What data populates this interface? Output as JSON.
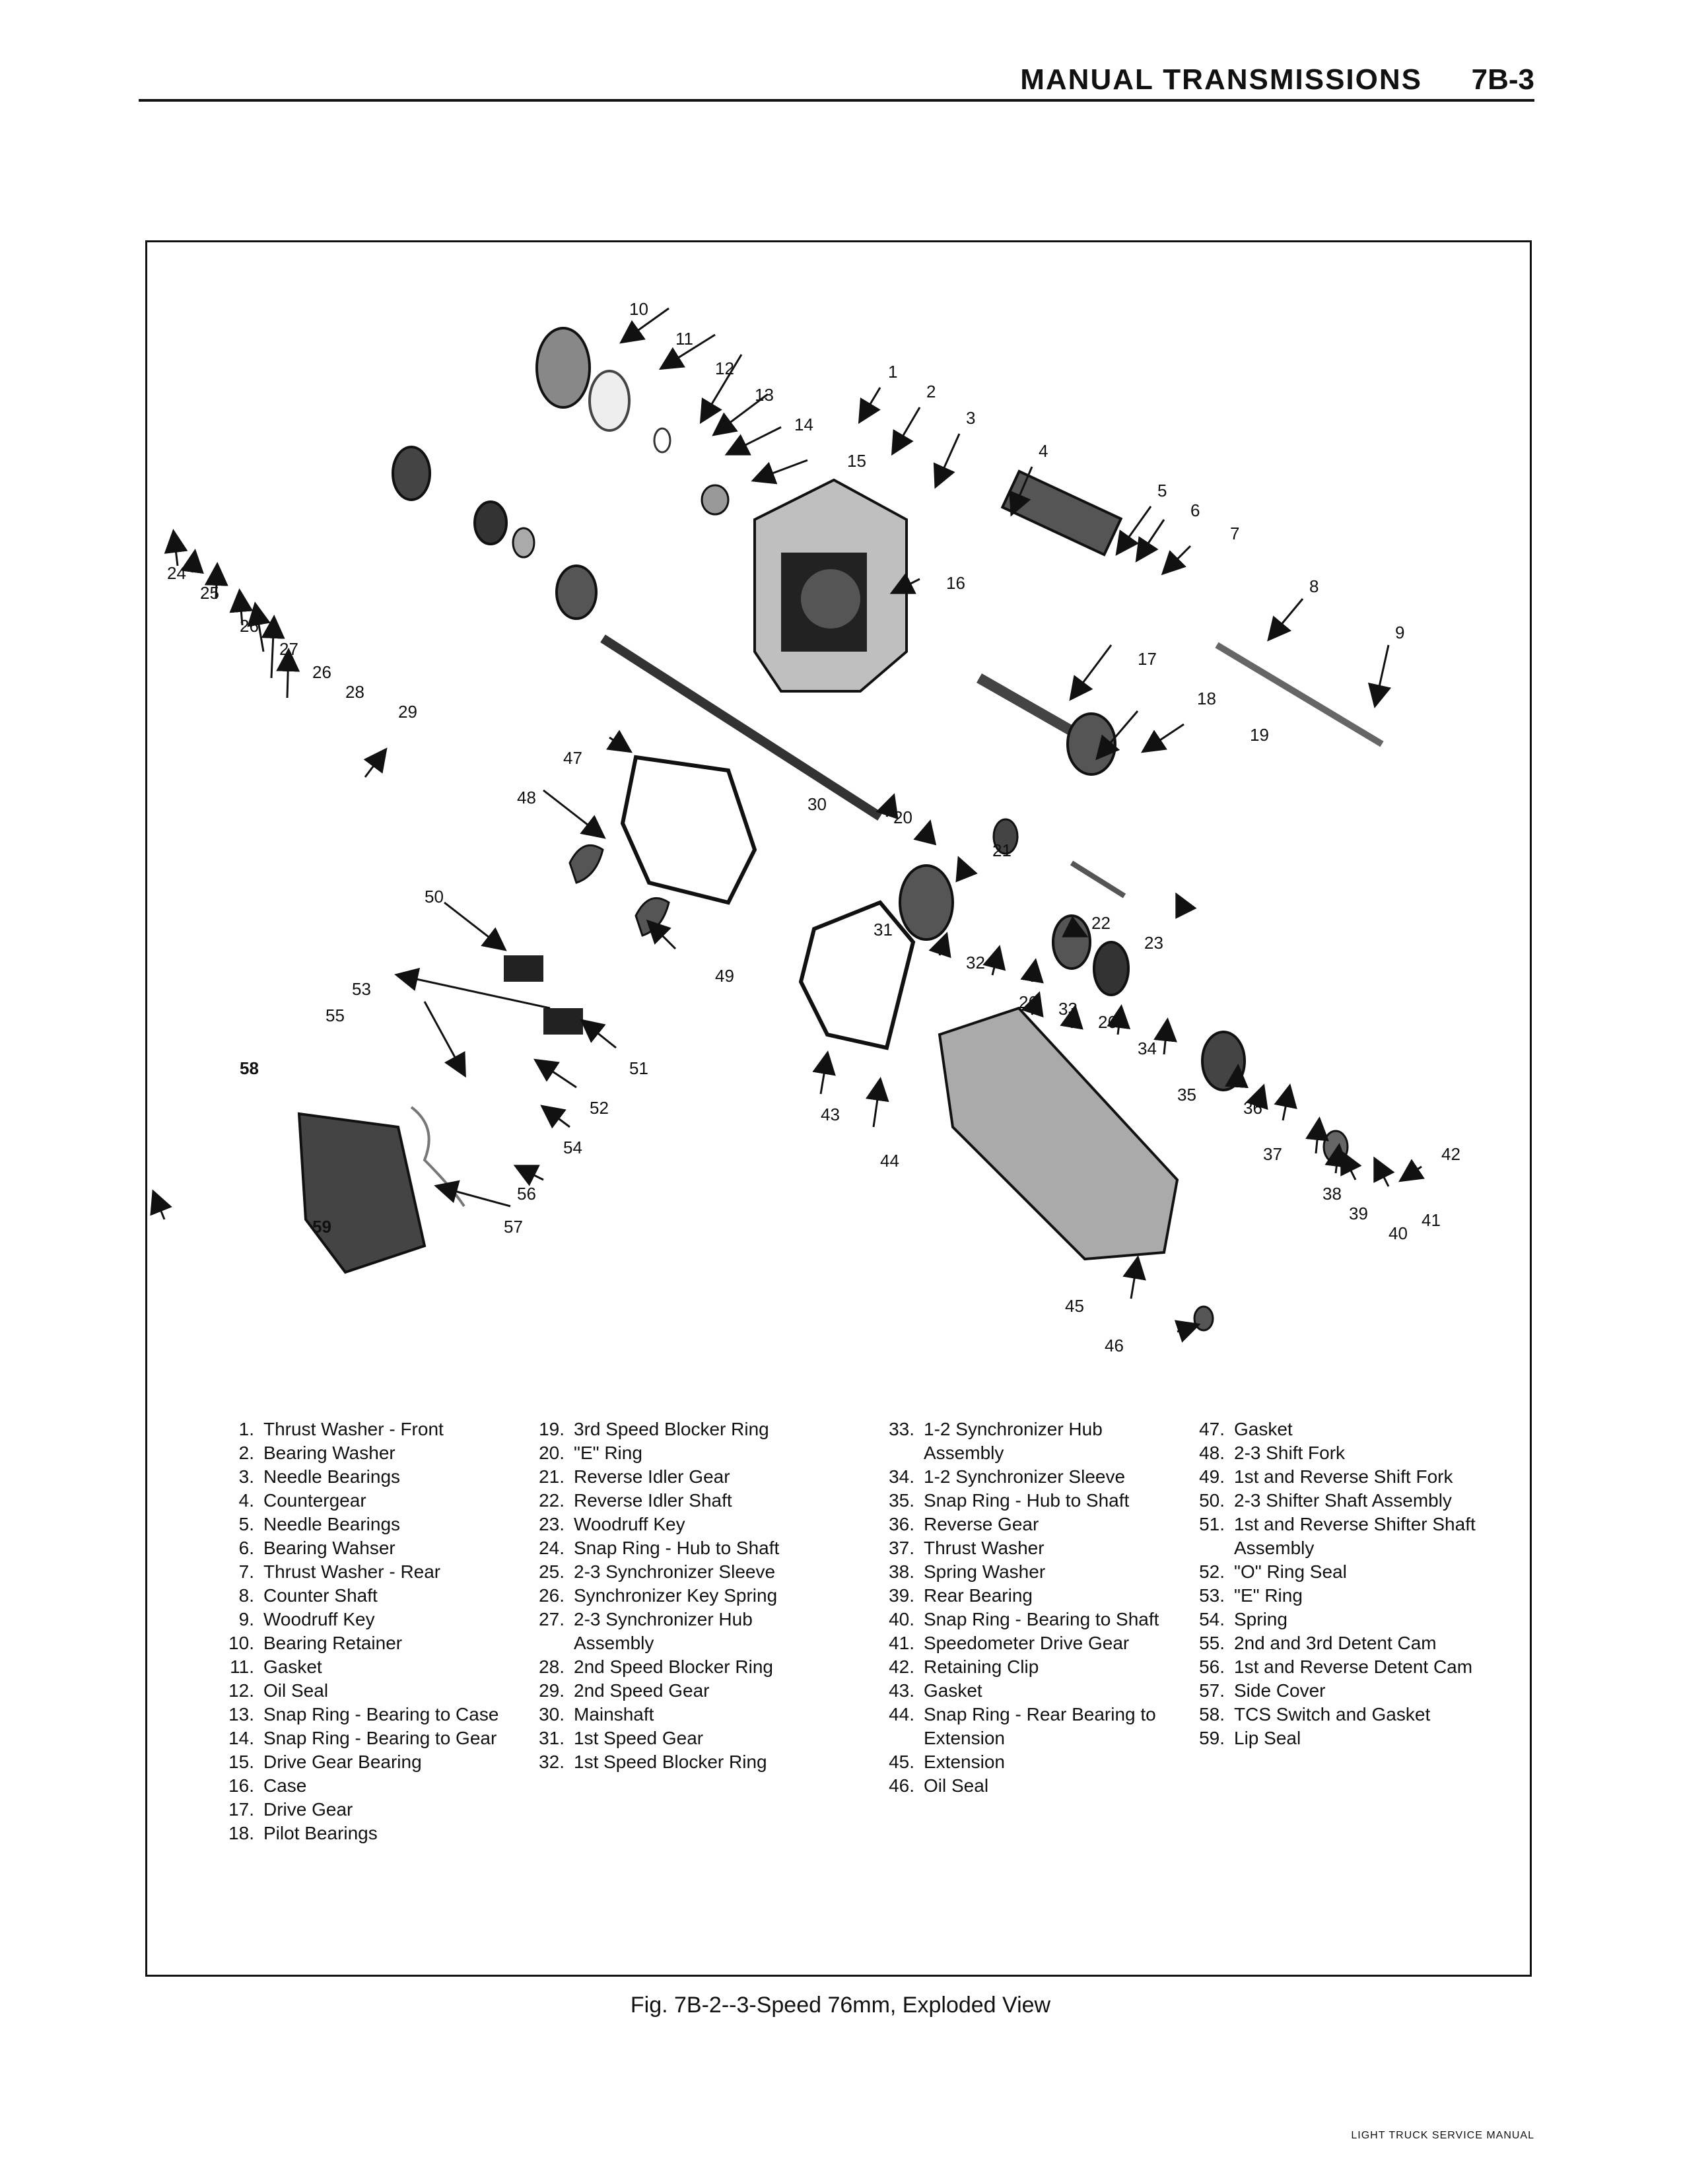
{
  "header": {
    "title": "MANUAL TRANSMISSIONS",
    "page": "7B-3"
  },
  "figure": {
    "callouts": [
      "1",
      "2",
      "3",
      "4",
      "5",
      "6",
      "7",
      "8",
      "9",
      "10",
      "11",
      "12",
      "13",
      "14",
      "15",
      "16",
      "17",
      "18",
      "19",
      "20",
      "21",
      "22",
      "23",
      "24",
      "25",
      "26",
      "27",
      "28",
      "29",
      "30",
      "31",
      "32",
      "33",
      "34",
      "35",
      "36",
      "37",
      "38",
      "39",
      "40",
      "41",
      "42",
      "43",
      "44",
      "45",
      "46",
      "47",
      "48",
      "49",
      "50",
      "51",
      "52",
      "53",
      "54",
      "55",
      "56",
      "57",
      "58",
      "59"
    ],
    "caption": "Fig. 7B-2--3-Speed 76mm, Exploded View"
  },
  "legend": {
    "columns": [
      [
        {
          "num": "1.",
          "text": "Thrust Washer - Front"
        },
        {
          "num": "2.",
          "text": "Bearing Washer"
        },
        {
          "num": "3.",
          "text": "Needle Bearings"
        },
        {
          "num": "4.",
          "text": "Countergear"
        },
        {
          "num": "5.",
          "text": "Needle Bearings"
        },
        {
          "num": "6.",
          "text": "Bearing Wahser"
        },
        {
          "num": "7.",
          "text": "Thrust Washer - Rear"
        },
        {
          "num": "8.",
          "text": "Counter Shaft"
        },
        {
          "num": "9.",
          "text": "Woodruff Key"
        },
        {
          "num": "10.",
          "text": "Bearing Retainer"
        },
        {
          "num": "11.",
          "text": "Gasket"
        },
        {
          "num": "12.",
          "text": "Oil Seal"
        },
        {
          "num": "13.",
          "text": "Snap Ring - Bearing to Case"
        },
        {
          "num": "14.",
          "text": "Snap Ring - Bearing to Gear"
        },
        {
          "num": "15.",
          "text": "Drive Gear Bearing"
        },
        {
          "num": "16.",
          "text": "Case"
        },
        {
          "num": "17.",
          "text": "Drive Gear"
        },
        {
          "num": "18.",
          "text": "Pilot Bearings"
        }
      ],
      [
        {
          "num": "19.",
          "text": "3rd Speed Blocker Ring"
        },
        {
          "num": "20.",
          "text": "\"E\" Ring"
        },
        {
          "num": "21.",
          "text": "Reverse Idler Gear"
        },
        {
          "num": "22.",
          "text": "Reverse Idler Shaft"
        },
        {
          "num": "23.",
          "text": "Woodruff Key"
        },
        {
          "num": "24.",
          "text": "Snap Ring - Hub to Shaft"
        },
        {
          "num": "25.",
          "text": "2-3 Synchronizer Sleeve"
        },
        {
          "num": "26.",
          "text": "Synchronizer Key Spring"
        },
        {
          "num": "27.",
          "text": "2-3 Synchronizer Hub Assembly"
        },
        {
          "num": "28.",
          "text": "2nd Speed Blocker Ring"
        },
        {
          "num": "29.",
          "text": "2nd Speed Gear"
        },
        {
          "num": "30.",
          "text": "Mainshaft"
        },
        {
          "num": "31.",
          "text": "1st Speed Gear"
        },
        {
          "num": "32.",
          "text": "1st Speed Blocker Ring"
        }
      ],
      [
        {
          "num": "33.",
          "text": "1-2 Synchronizer Hub Assembly"
        },
        {
          "num": "34.",
          "text": "1-2 Synchronizer Sleeve"
        },
        {
          "num": "35.",
          "text": "Snap Ring - Hub to Shaft"
        },
        {
          "num": "36.",
          "text": "Reverse Gear"
        },
        {
          "num": "37.",
          "text": "Thrust Washer"
        },
        {
          "num": "38.",
          "text": "Spring Washer"
        },
        {
          "num": "39.",
          "text": "Rear Bearing"
        },
        {
          "num": "40.",
          "text": "Snap Ring - Bearing to Shaft"
        },
        {
          "num": "41.",
          "text": "Speedometer Drive Gear"
        },
        {
          "num": "42.",
          "text": "Retaining Clip"
        },
        {
          "num": "43.",
          "text": "Gasket"
        },
        {
          "num": "44.",
          "text": "Snap Ring - Rear Bearing to Extension"
        },
        {
          "num": "45.",
          "text": "Extension"
        },
        {
          "num": "46.",
          "text": "Oil Seal"
        }
      ],
      [
        {
          "num": "47.",
          "text": "Gasket"
        },
        {
          "num": "48.",
          "text": "2-3 Shift Fork"
        },
        {
          "num": "49.",
          "text": "1st and Reverse Shift Fork"
        },
        {
          "num": "50.",
          "text": "2-3 Shifter Shaft Assembly"
        },
        {
          "num": "51.",
          "text": "1st and Reverse Shifter Shaft Assembly"
        },
        {
          "num": "52.",
          "text": "\"O\" Ring Seal"
        },
        {
          "num": "53.",
          "text": "\"E\" Ring"
        },
        {
          "num": "54.",
          "text": "Spring"
        },
        {
          "num": "55.",
          "text": "2nd and 3rd Detent Cam"
        },
        {
          "num": "56.",
          "text": "1st and Reverse Detent Cam"
        },
        {
          "num": "57.",
          "text": "Side Cover"
        },
        {
          "num": "58.",
          "text": "TCS Switch and Gasket"
        },
        {
          "num": "59.",
          "text": "Lip Seal"
        }
      ]
    ]
  },
  "footer": {
    "text": "LIGHT TRUCK SERVICE MANUAL"
  }
}
